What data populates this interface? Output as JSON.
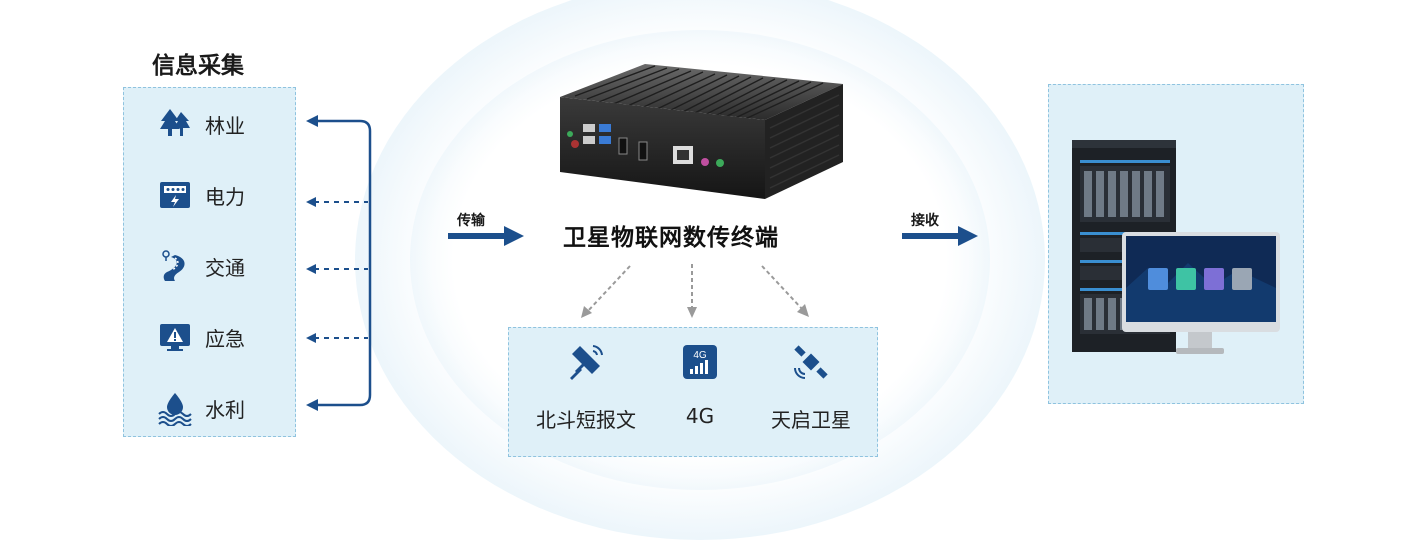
{
  "left": {
    "title": "信息采集",
    "items": [
      {
        "label": "林业",
        "icon": "forest-icon"
      },
      {
        "label": "电力",
        "icon": "power-meter-icon"
      },
      {
        "label": "交通",
        "icon": "road-icon"
      },
      {
        "label": "应急",
        "icon": "emergency-warning-icon"
      },
      {
        "label": "水利",
        "icon": "water-icon"
      }
    ]
  },
  "center": {
    "title": "卫星物联网数传终端",
    "transmit_label": "传输",
    "receive_label": "接收"
  },
  "channels": [
    {
      "label": "北斗短报文",
      "icon": "satellite-dish-icon"
    },
    {
      "label": "4G",
      "icon": "4g-signal-icon",
      "icon_text": "4G"
    },
    {
      "label": "天启卫星",
      "icon": "satellite-icon"
    }
  ],
  "colors": {
    "primary": "#1c4f8c",
    "panel_bg": "#dff0f8",
    "panel_border": "#8fc3df",
    "arrow_gray": "#9a9a9a"
  }
}
